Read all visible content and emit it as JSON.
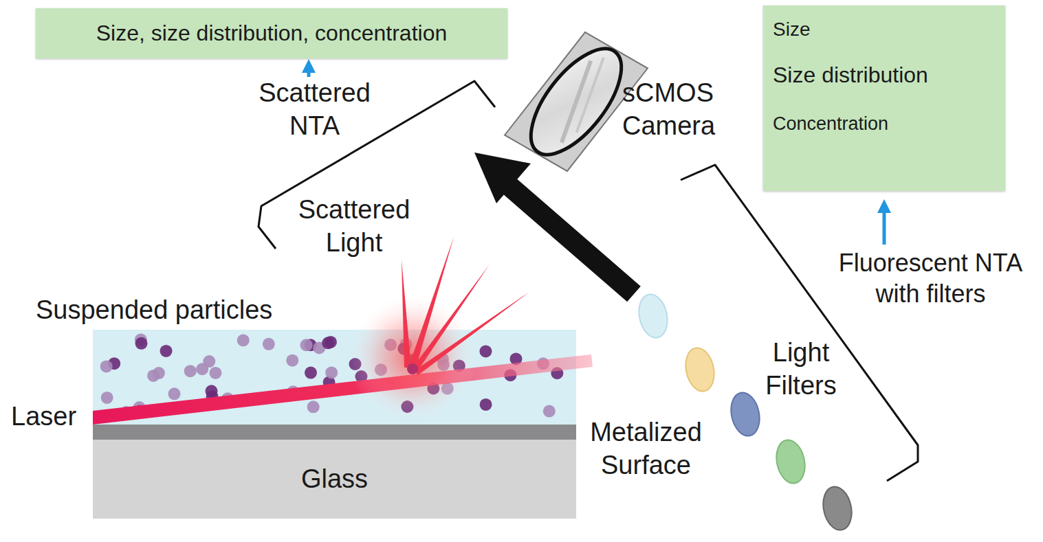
{
  "diagram": {
    "nodes": [
      {
        "text": [
          "Size, size distribution, concentration"
        ]
      },
      {
        "text": [
          "Size",
          "Size distribution",
          "Concentration"
        ]
      },
      {
        "text": [
          "Glass"
        ]
      }
    ],
    "labels": [
      "Scattered NTA",
      "sCMOS Camera",
      "Scattered Light",
      "Suspended particles",
      "Laser",
      "Metalized Surface",
      "Light Filters",
      "Fluorescent NTA with filters"
    ]
  }
}
